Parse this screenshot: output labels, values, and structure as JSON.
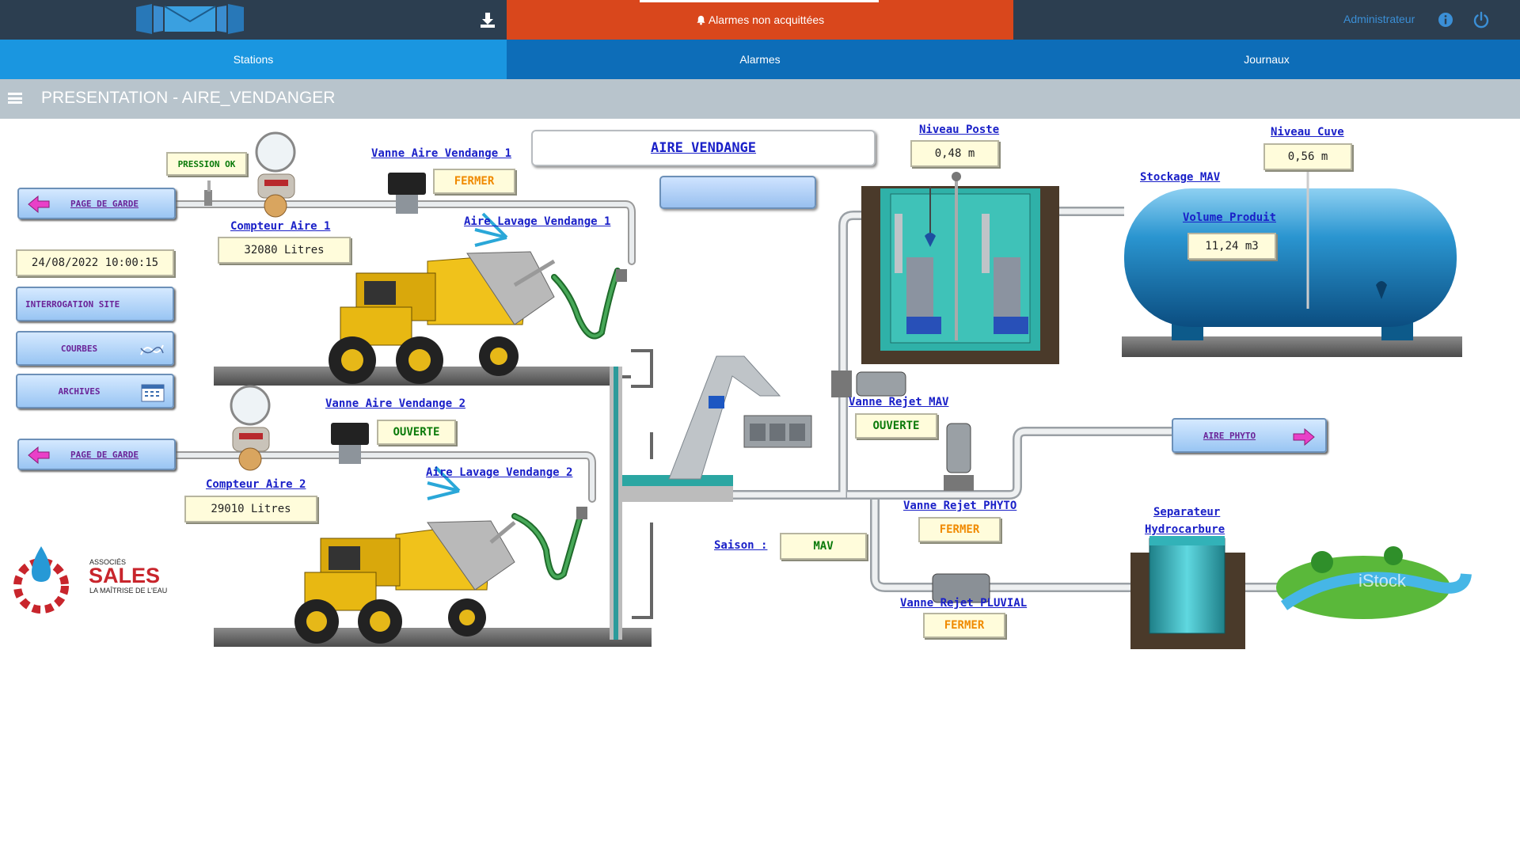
{
  "header": {
    "alarm_label": "Alarmes non acquittées",
    "user": "Administrateur"
  },
  "nav": {
    "tabs": [
      {
        "label": "Stations"
      },
      {
        "label": "Alarmes"
      },
      {
        "label": "Journaux"
      }
    ]
  },
  "page": {
    "title": "PRESENTATION - AIRE_VENDANGER"
  },
  "synoptic": {
    "header_label": "AIRE VENDANGE",
    "pression": "PRESSION OK",
    "datetime": "24/08/2022 10:00:15",
    "buttons": {
      "page_de_garde": "PAGE DE GARDE",
      "interrogation": "INTERROGATION SITE",
      "courbes": "COURBES",
      "archives": "ARCHIVES",
      "aire_phyto": "AIRE PHYTO"
    },
    "vanne1": {
      "label": "Vanne Aire Vendange 1",
      "state": "FERMER"
    },
    "vanne2": {
      "label": "Vanne Aire Vendange 2",
      "state": "OUVERTE"
    },
    "compteur1": {
      "label": "Compteur Aire 1",
      "value": "32080 Litres"
    },
    "compteur2": {
      "label": "Compteur Aire 2",
      "value": "29010 Litres"
    },
    "lavage1": "Aire Lavage Vendange 1",
    "lavage2": "Aire Lavage Vendange 2",
    "niveau_poste": {
      "label": "Niveau Poste",
      "value": "0,48 m"
    },
    "niveau_cuve": {
      "label": "Niveau Cuve",
      "value": "0,56 m"
    },
    "stockage": "Stockage MAV",
    "volume": {
      "label": "Volume Produit",
      "value": "11,24 m3"
    },
    "rejet_mav": {
      "label": "Vanne Rejet MAV",
      "state": "OUVERTE"
    },
    "rejet_phyto": {
      "label": "Vanne Rejet PHYTO",
      "state": "FERMER"
    },
    "rejet_pluvial": {
      "label": "Vanne Rejet PLUVIAL",
      "state": "FERMER"
    },
    "separateur_l1": "Separateur",
    "separateur_l2": "Hydrocarbure",
    "saison": {
      "label": "Saison :",
      "value": "MAV"
    },
    "logo_small": "ASSOCIÉS",
    "logo_big": "SALES",
    "logo_tag": "LA MAÎTRISE DE L'EAU",
    "watermark": "iStock"
  },
  "colors": {
    "topbar": "#2c3e50",
    "alarm": "#d9471c",
    "nav": "#0d6db8",
    "nav_active": "#1a96e0",
    "titlebar": "#b8c4cc",
    "label_blue": "#1a20c8"
  }
}
